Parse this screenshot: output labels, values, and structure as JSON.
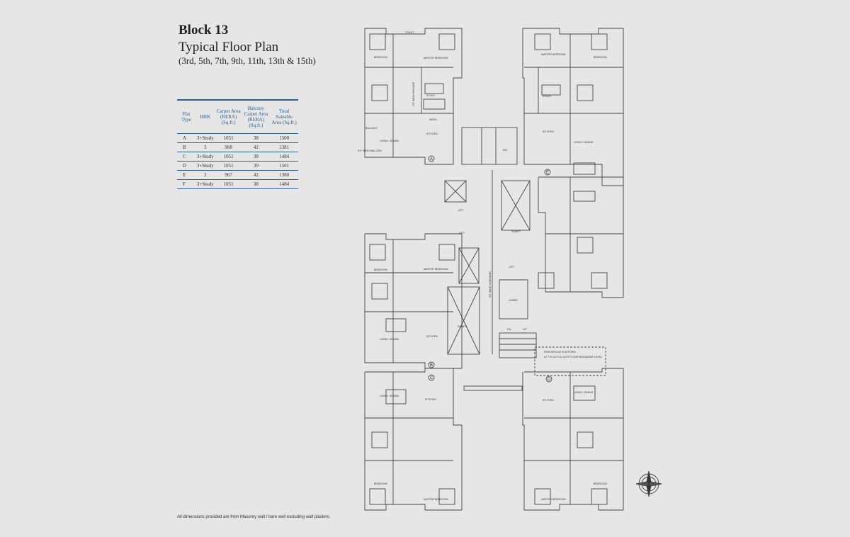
{
  "heading": {
    "block": "Block 13",
    "title": "Typical Floor Plan",
    "floors": "(3rd, 5th, 7th, 9th, 11th, 13th & 15th)"
  },
  "table": {
    "headers": [
      "Flat Type",
      "BHK",
      "Carpet Area (RERA) (Sq.ft.)",
      "Balcony Carpet Area (RERA) (Sq.ft.)",
      "Total Saleable Area (Sq.ft.)"
    ],
    "rows": [
      [
        "A",
        "3+Study",
        "1051",
        "38",
        "1500"
      ],
      [
        "B",
        "3",
        "968",
        "42",
        "1381"
      ],
      [
        "C",
        "3+Study",
        "1051",
        "38",
        "1484"
      ],
      [
        "D",
        "3+Study",
        "1051",
        "39",
        "1501"
      ],
      [
        "E",
        "3",
        "967",
        "42",
        "1380"
      ],
      [
        "F",
        "3+Study",
        "1051",
        "38",
        "1484"
      ]
    ]
  },
  "plan": {
    "flat_markers": [
      "A",
      "B",
      "C",
      "D",
      "E"
    ],
    "labels": {
      "lift": "LIFT",
      "lobby": "LOBBY",
      "shaft": "SHAFT",
      "dn": "DN",
      "up": "UP",
      "corridor": "5'0\" WIDE CORRIDOR",
      "refuge_1": "FIRE REFUGE PLATFORM",
      "refuge_2": "AT 7TH,11TH & 15TH FLOOR MEZZANINE LEVEL",
      "bedroom": "BEDROOM",
      "master_bedroom": "MASTER BEDROOM",
      "toilet": "TOILET",
      "kitchen": "KITCHEN",
      "living_dining": "LIVING / DINING",
      "study": "STUDY",
      "wash": "WASH",
      "balcony": "BALCONY",
      "wide_balcony": "5'0\" WIDE BALCONY",
      "passage": "4'0\" WIDE PASSAGE"
    }
  },
  "footnote": "All dimensions provided are from Masonry wall / bare wall excluding wall plasters."
}
